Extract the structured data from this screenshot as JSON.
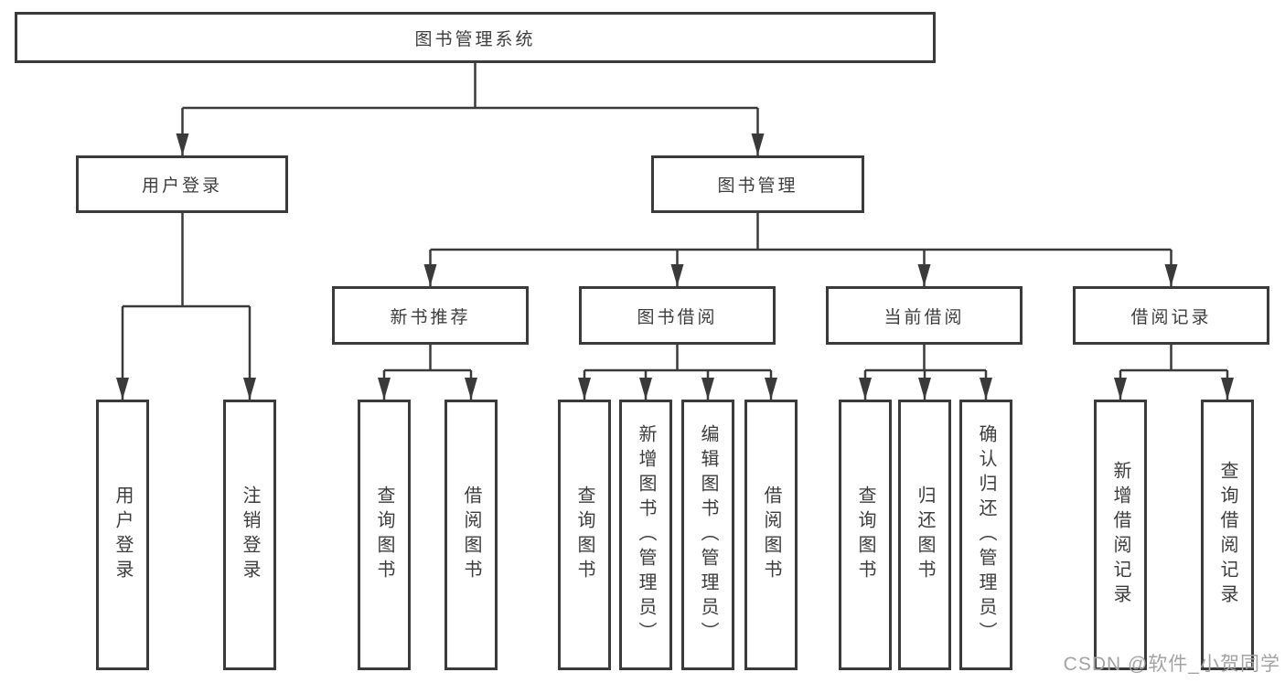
{
  "tree": {
    "root": {
      "label": "图书管理系统"
    },
    "branches": [
      {
        "label": "用户登录",
        "children": [
          {
            "label": "用户登录"
          },
          {
            "label": "注销登录"
          }
        ]
      },
      {
        "label": "图书管理",
        "children": [
          {
            "label": "新书推荐",
            "children": [
              {
                "label": "查询图书"
              },
              {
                "label": "借阅图书"
              }
            ]
          },
          {
            "label": "图书借阅",
            "children": [
              {
                "label": "查询图书"
              },
              {
                "label": "新增图书（管理员）"
              },
              {
                "label": "编辑图书（管理员）"
              },
              {
                "label": "借阅图书"
              }
            ]
          },
          {
            "label": "当前借阅",
            "children": [
              {
                "label": "查询图书"
              },
              {
                "label": "归还图书"
              },
              {
                "label": "确认归还（管理员）"
              }
            ]
          },
          {
            "label": "借阅记录",
            "children": [
              {
                "label": "新增借阅记录"
              },
              {
                "label": "查询借阅记录"
              }
            ]
          }
        ]
      }
    ]
  },
  "watermark": {
    "text": "CSDN @软件_小贺同学"
  },
  "colors": {
    "line": "#3a3a3a",
    "text": "#3d3d3d",
    "watermark": "#a3a3a3",
    "background": "#ffffff"
  }
}
